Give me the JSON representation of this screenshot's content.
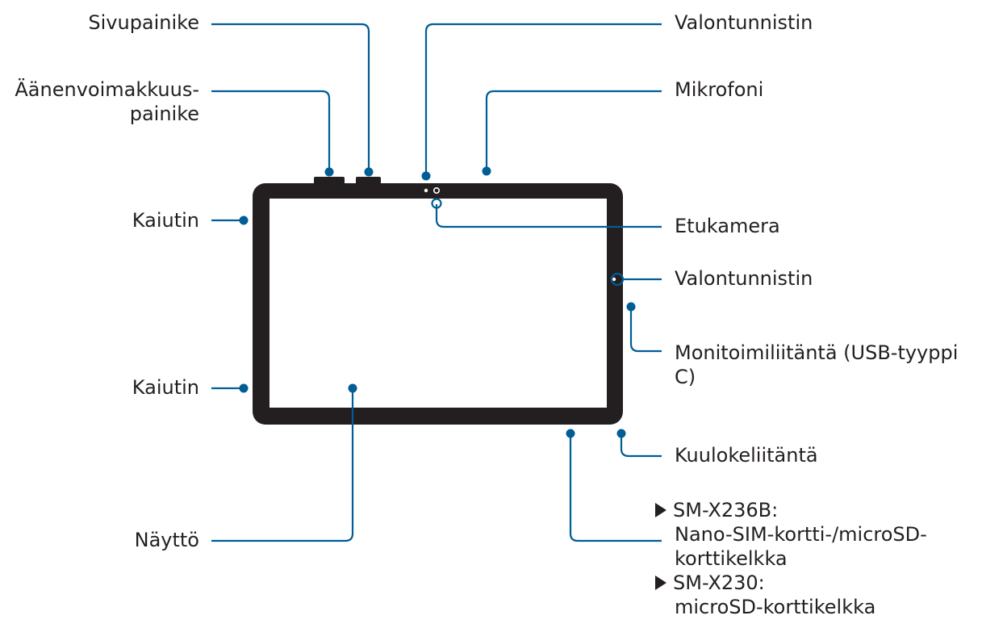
{
  "colors": {
    "callout": "#005d96",
    "device_frame": "#231f20",
    "text": "#231f20",
    "background": "#ffffff"
  },
  "labels": {
    "side_key": "Sivupainike",
    "volume_key_line1": "Äänenvoimakkuus-",
    "volume_key_line2": "painike",
    "speaker_top": "Kaiutin",
    "speaker_bottom": "Kaiutin",
    "screen": "Näyttö",
    "light_sensor_top": "Valontunnistin",
    "microphone": "Mikrofoni",
    "front_camera": "Etukamera",
    "light_sensor_side": "Valontunnistin",
    "usb_port_line1": "Monitoimiliitäntä (USB-tyyppi",
    "usb_port_line2": "C)",
    "headset_jack": "Kuulokeliitäntä"
  },
  "tray_notes": [
    {
      "model": "SM-X236B:",
      "lines": [
        "Nano-SIM-kortti-/microSD-",
        "korttikelkka"
      ]
    },
    {
      "model": "SM-X230:",
      "lines": [
        "microSD-korttikelkka"
      ]
    }
  ]
}
